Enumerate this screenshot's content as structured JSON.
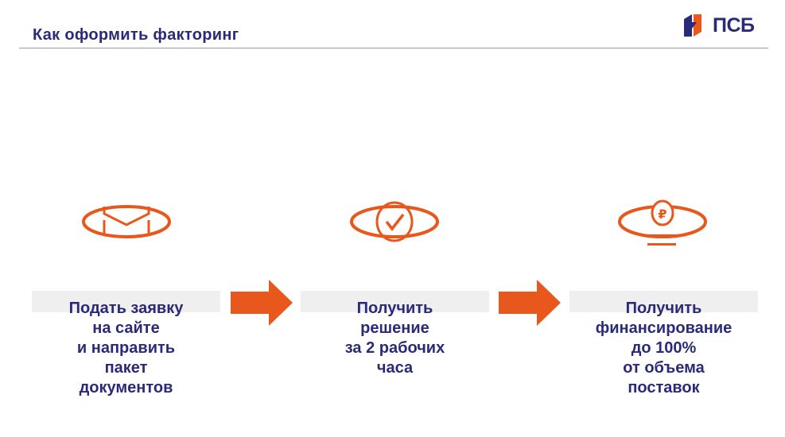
{
  "header": {
    "title": "Как оформить факторинг",
    "logo_text": "ПСБ"
  },
  "steps": [
    {
      "icon": "envelope-icon",
      "lines": [
        "Подать заявку",
        "на сайте",
        "и направить",
        "пакет",
        "документов"
      ]
    },
    {
      "icon": "checkmark-icon",
      "lines": [
        "Получить",
        "решение",
        "за 2 рабочих",
        "часа"
      ]
    },
    {
      "icon": "ruble-coin-icon",
      "lines": [
        "Получить",
        "финансирование",
        "до 100%",
        "от объема",
        "поставок"
      ]
    }
  ],
  "colors": {
    "accent": "#e8571c",
    "navy": "#2b2a78"
  }
}
